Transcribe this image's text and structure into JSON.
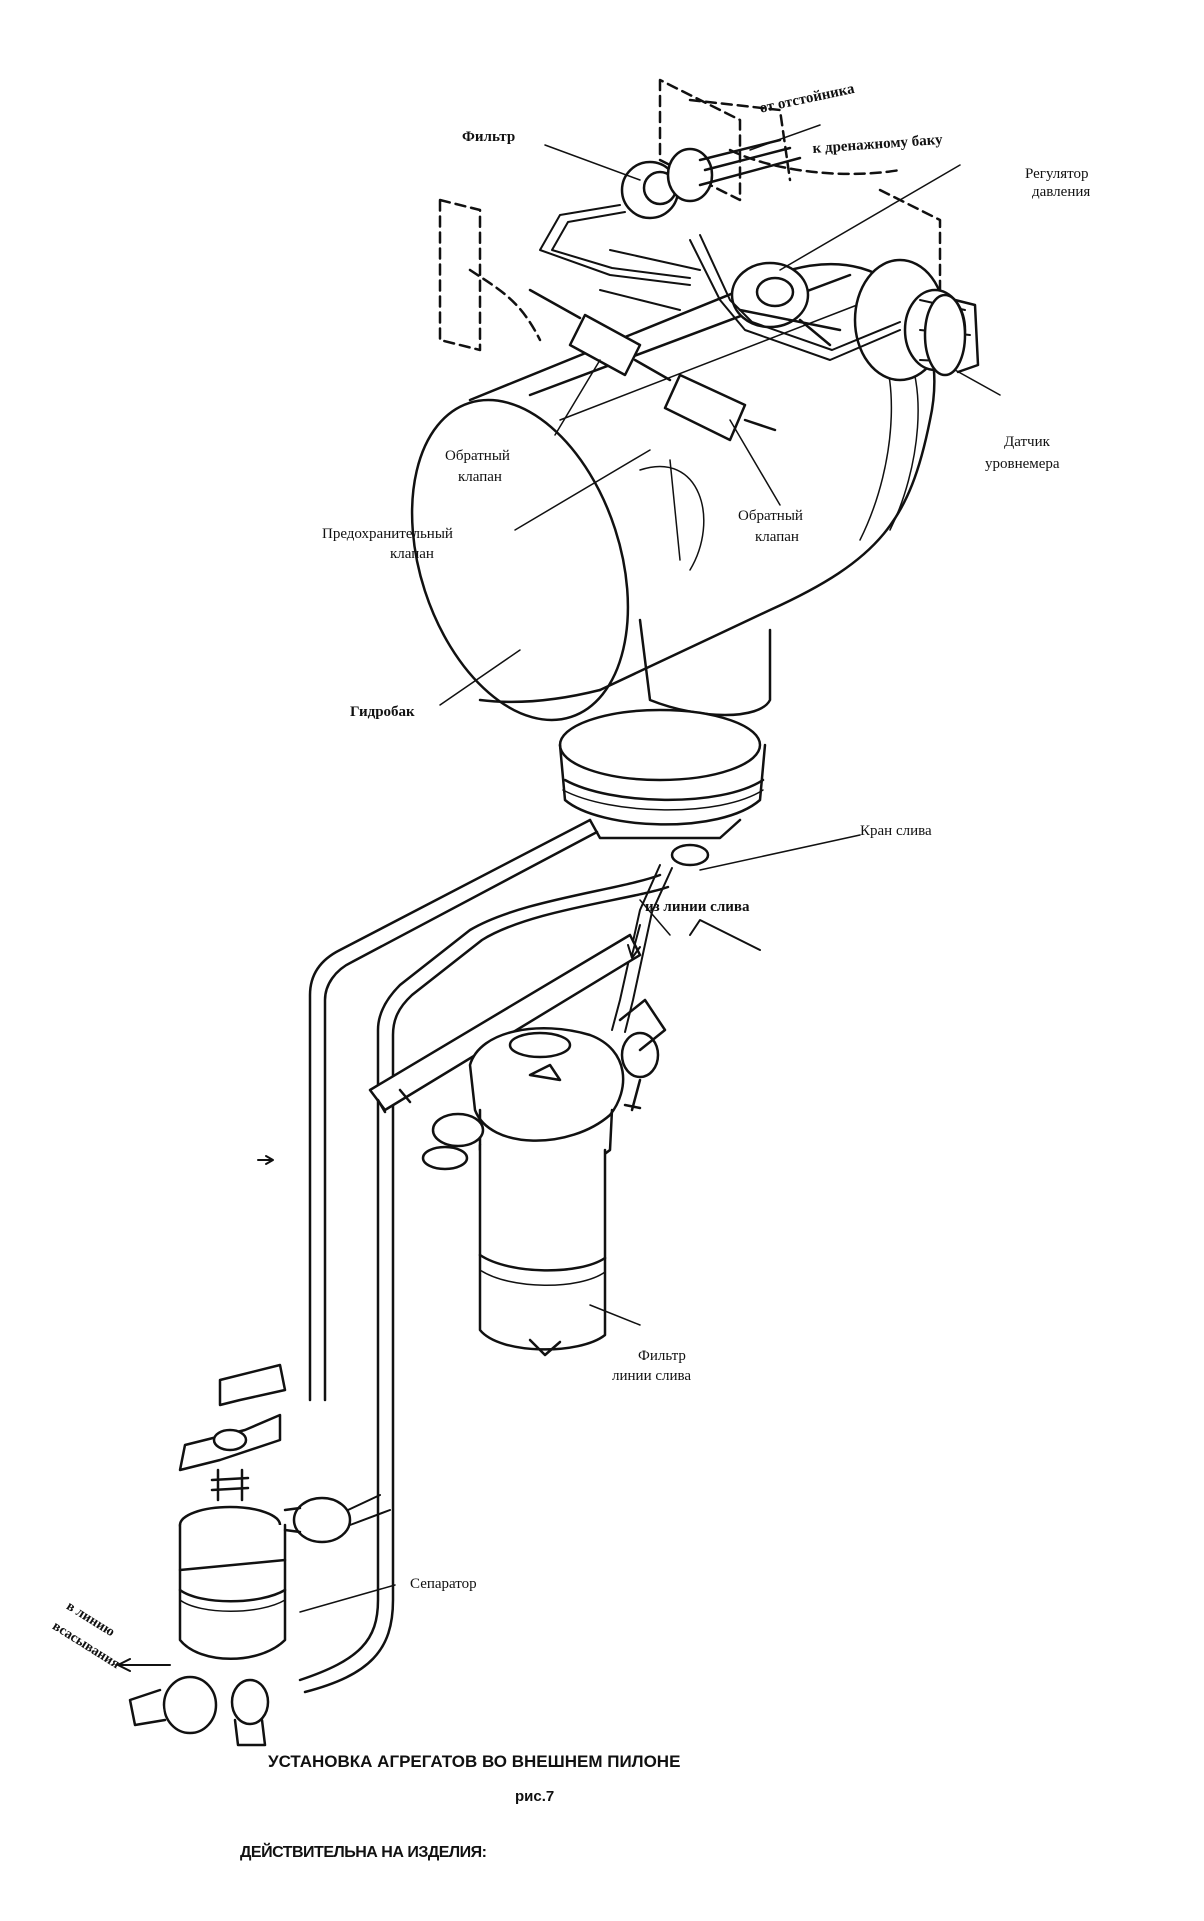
{
  "labels": {
    "filter": "Фильтр",
    "from_sump": "от отстойника",
    "to_drain_tank": "к дренажному баку",
    "pressure_regulator_1": "Регулятор",
    "pressure_regulator_2": "давления",
    "check_valve_left_1": "Обратный",
    "check_valve_left_2": "клапан",
    "level_sensor_1": "Датчик",
    "level_sensor_2": "уровнемера",
    "check_valve_right_1": "Обратный",
    "check_valve_right_2": "клапан",
    "safety_valve_1": "Предохранительный",
    "safety_valve_2": "клапан",
    "hydraulic_tank": "Гидробак",
    "drain_valve": "Кран слива",
    "from_drain_line": "из линии слива",
    "drain_filter_1": "Фильтр",
    "drain_filter_2": "линии слива",
    "separator": "Сепаратор",
    "to_suction_1": "в линию",
    "to_suction_2": "всасывания"
  },
  "caption": {
    "title": "УСТАНОВКА АГРЕГАТОВ ВО ВНЕШНЕМ ПИЛОНЕ",
    "figure": "рис.7",
    "validity": "ДЕЙСТВИТЕЛЬНА НА ИЗДЕЛИЯ:"
  }
}
